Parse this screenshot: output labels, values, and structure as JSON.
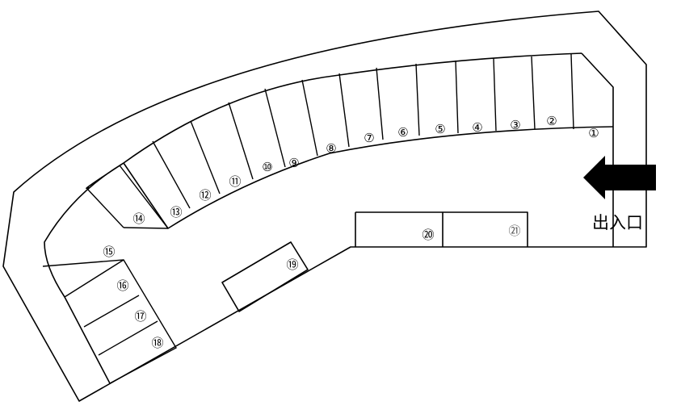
{
  "entrance_label": "出入口",
  "stalls": [
    {
      "id": "1",
      "label": "①"
    },
    {
      "id": "2",
      "label": "②"
    },
    {
      "id": "3",
      "label": "③"
    },
    {
      "id": "4",
      "label": "④"
    },
    {
      "id": "5",
      "label": "⑤"
    },
    {
      "id": "6",
      "label": "⑥"
    },
    {
      "id": "7",
      "label": "⑦"
    },
    {
      "id": "8",
      "label": "⑧"
    },
    {
      "id": "9",
      "label": "⑨"
    },
    {
      "id": "10",
      "label": "⑩"
    },
    {
      "id": "11",
      "label": "⑪"
    },
    {
      "id": "12",
      "label": "⑫"
    },
    {
      "id": "13",
      "label": "⑬"
    },
    {
      "id": "14",
      "label": "⑭"
    },
    {
      "id": "15",
      "label": "⑮"
    },
    {
      "id": "16",
      "label": "⑯"
    },
    {
      "id": "17",
      "label": "⑰"
    },
    {
      "id": "18",
      "label": "⑱"
    },
    {
      "id": "19",
      "label": "⑲"
    },
    {
      "id": "20",
      "label": "⑳"
    },
    {
      "id": "21",
      "label": "㉑"
    }
  ]
}
